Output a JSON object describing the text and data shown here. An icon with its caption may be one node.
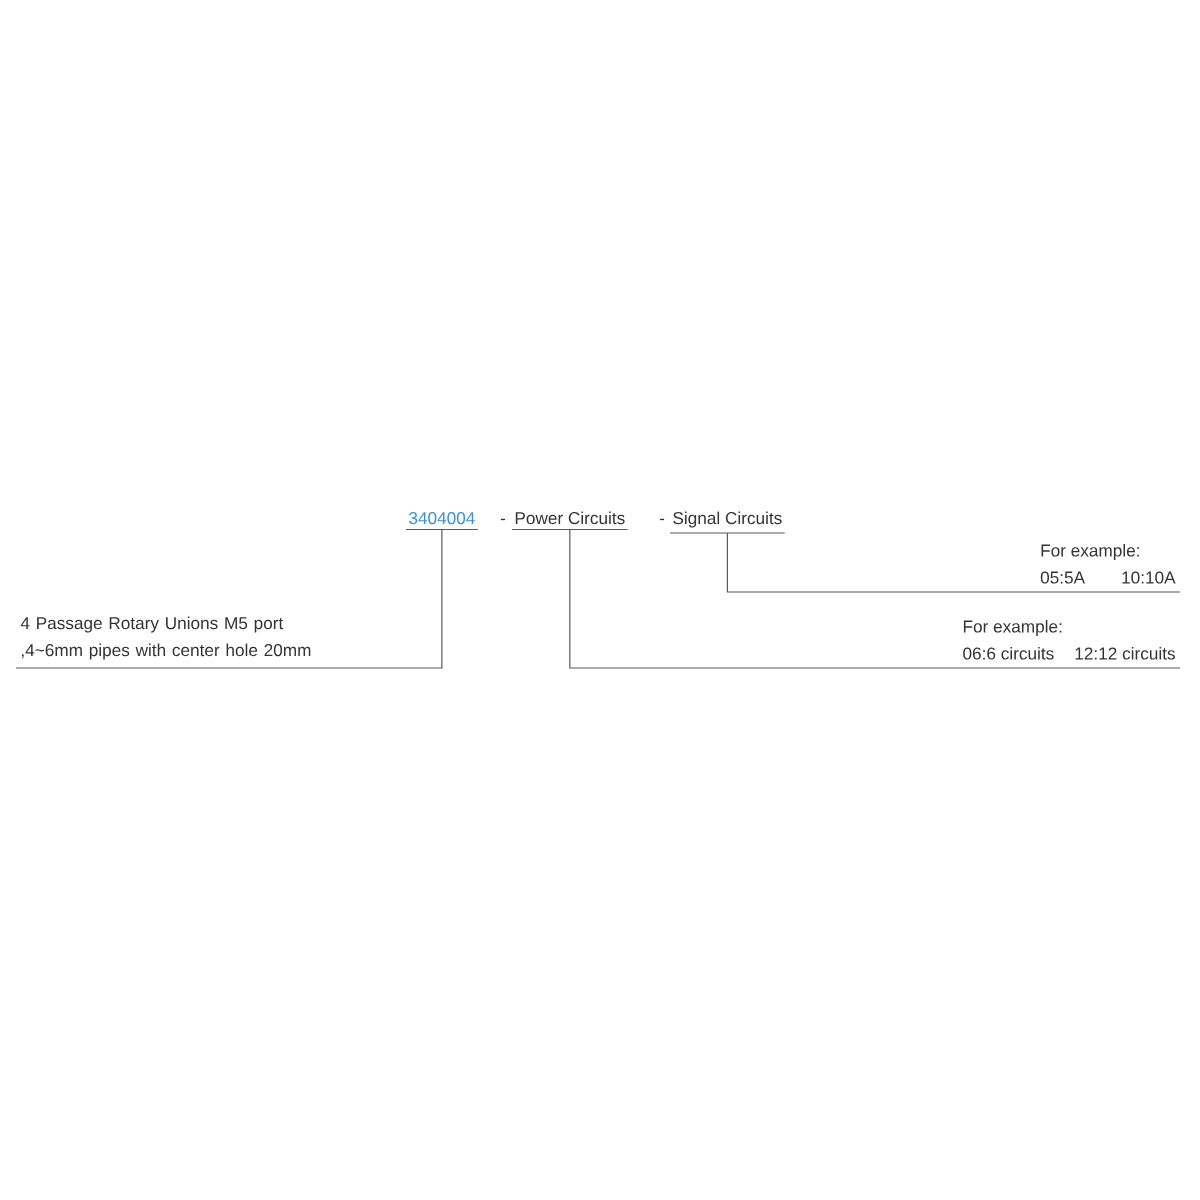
{
  "diagram": {
    "nodes": [
      {
        "text": [
          "3404004"
        ]
      },
      {
        "text": [
          "Power Circuits"
        ]
      },
      {
        "text": [
          "Signal Circuits"
        ]
      },
      {
        "text": [
          "4 Passage  Rotary Unions M5 port ,4~6mm pipes with center hole 20mm"
        ]
      },
      {
        "text": [
          "For example:",
          "06:6 circuits",
          "12:12 circuits"
        ]
      },
      {
        "text": [
          "For example:",
          "05:5A",
          "10:10A"
        ]
      }
    ],
    "edges": [
      {
        "from": 0,
        "to": 3,
        "arrow": "none"
      },
      {
        "from": 1,
        "to": 4,
        "arrow": "none"
      },
      {
        "from": 2,
        "to": 5,
        "arrow": "none"
      }
    ],
    "labels": [
      "-",
      "-"
    ]
  }
}
